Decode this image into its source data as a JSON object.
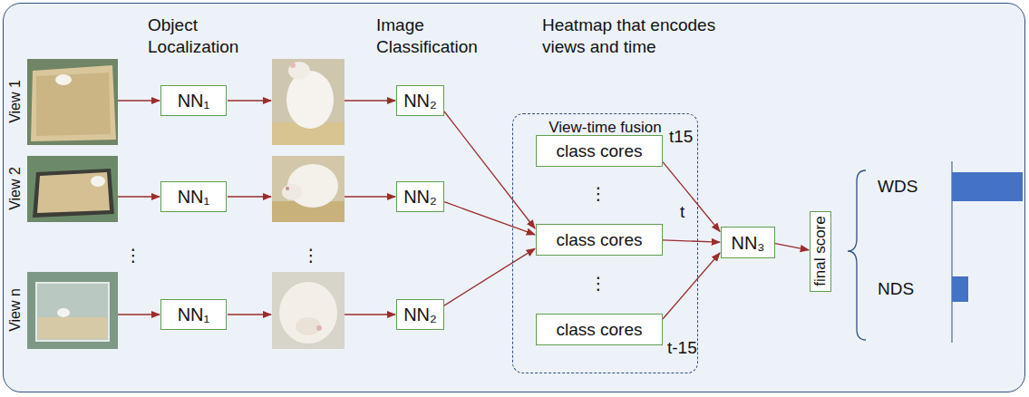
{
  "diagram": {
    "nodes": [
      {
        "text": [
          "NN₁"
        ]
      },
      {
        "text": [
          "NN₁"
        ]
      },
      {
        "text": [
          "NN₁"
        ]
      },
      {
        "text": [
          "NN₂"
        ]
      },
      {
        "text": [
          "NN₂"
        ]
      },
      {
        "text": [
          "NN₂"
        ]
      },
      {
        "text": [
          "View-time fusion"
        ]
      },
      {
        "text": [
          "class cores"
        ],
        "in": 6
      },
      {
        "text": [
          "class cores"
        ],
        "in": 6
      },
      {
        "text": [
          "class cores"
        ],
        "in": 6
      },
      {
        "text": [
          "NN₃"
        ]
      },
      {
        "text": [
          "final score"
        ]
      }
    ],
    "edges": [
      {
        "from": 3,
        "to": 8,
        "arrow": "to"
      },
      {
        "from": 4,
        "to": 8,
        "arrow": "to"
      },
      {
        "from": 5,
        "to": 8,
        "arrow": "to"
      },
      {
        "from": 7,
        "to": 10,
        "arrow": "to"
      },
      {
        "from": 8,
        "to": 10,
        "arrow": "to"
      },
      {
        "from": 9,
        "to": 10,
        "arrow": "to"
      },
      {
        "from": 10,
        "to": 11,
        "arrow": "to"
      }
    ],
    "labels": [
      "Object Localization",
      "Image Classification",
      "Heatmap that encodes views and time",
      "View 1",
      "View 2",
      "View n",
      "⋮",
      "⋮",
      "⋮",
      "⋮",
      "t15",
      "t",
      "t-15",
      "WDS",
      "NDS"
    ]
  }
}
